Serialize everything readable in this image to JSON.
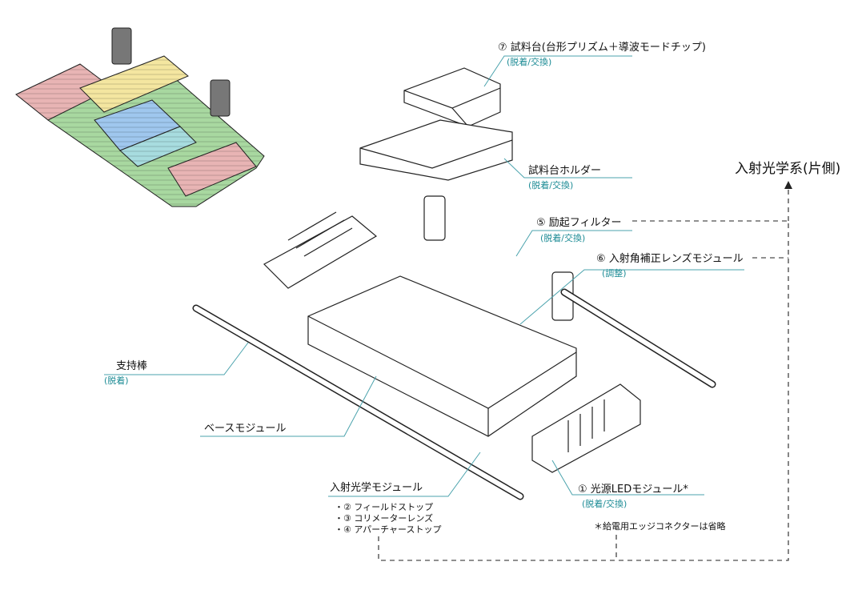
{
  "labels": {
    "sample_stage": "⑦ 試料台(台形プリズム＋導波モードチップ)",
    "sample_stage_sub": "(脱着/交換)",
    "stage_holder": "試料台ホルダー",
    "stage_holder_sub": "(脱着/交換)",
    "incident_optics": "入射光学系(片側)",
    "excitation_filter": "⑤ 励起フィルター",
    "excitation_filter_sub": "(脱着/交換)",
    "angle_lens_module": "⑥ 入射角補正レンズモジュール",
    "angle_lens_module_sub": "(調整)",
    "support_rod": "支持棒",
    "support_rod_sub": "(脱着)",
    "base_module": "ベースモジュール",
    "incident_module": "入射光学モジュール",
    "incident_items": [
      "・② フィールドストップ",
      "・③ コリメーターレンズ",
      "・④ アパーチャーストップ"
    ],
    "led_module": "① 光源LEDモジュール*",
    "led_module_sub": "(脱着/交換)",
    "footnote": "＊給電用エッジコネクターは省略"
  },
  "colors": {
    "leader_line": "#4ba3ad",
    "dashed_line": "#222222",
    "heatsink_red": "#e8b4b4",
    "base_green": "#a8d8a0",
    "holder_yellow": "#f4e6a0",
    "stage_blue": "#9fc7ee",
    "block_cyan": "#a7dcdf"
  }
}
